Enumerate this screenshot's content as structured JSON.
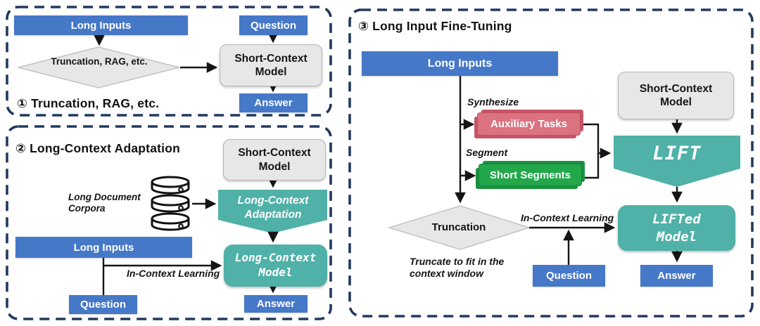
{
  "figure": {
    "description": "Comparison of long-context processing approaches"
  },
  "colors": {
    "blue_box": "#4678C8",
    "teal": "#4FB1A7",
    "red_card": "#DB7280",
    "green_card": "#22A74B",
    "gray_box": "#E8E7E7",
    "panel_border": "#22395E",
    "arrow": "#151515"
  },
  "panel1": {
    "caption": "① Truncation, RAG, etc.",
    "long_inputs": "Long Inputs",
    "question": "Question",
    "process": "Truncation, RAG, etc.",
    "model": "Short-Context Model",
    "answer": "Answer"
  },
  "panel2": {
    "title": "② Long-Context Adaptation",
    "model_src": "Short-Context Model",
    "corpora": "Long Document Corpora",
    "adaptation": "Long-Context Adaptation",
    "model": "Long-Context Model",
    "long_inputs": "Long Inputs",
    "icl": "In-Context Learning",
    "question": "Question",
    "answer": "Answer"
  },
  "panel3": {
    "title": "③ Long Input Fine-Tuning",
    "long_inputs": "Long Inputs",
    "synthesize": "Synthesize",
    "auxiliary": "Auxiliary Tasks",
    "segment": "Segment",
    "segments": "Short Segments",
    "model_src": "Short-Context Model",
    "lift": "LIFT",
    "truncation": "Truncation",
    "truncate_note": "Truncate to fit in the context window",
    "icl": "In-Context Learning",
    "lifted": "LIFTed Model",
    "question": "Question",
    "answer": "Answer"
  }
}
